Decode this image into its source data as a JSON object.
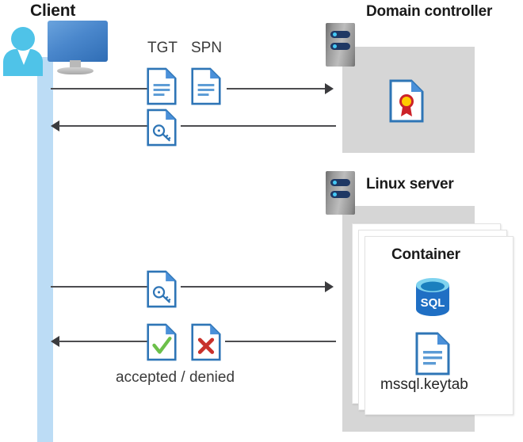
{
  "diagram": {
    "title_client": "Client",
    "title_domain_controller": "Domain controller",
    "title_linux_server": "Linux server",
    "title_container": "Container",
    "label_tgt": "TGT",
    "label_spn": "SPN",
    "label_keytab": "mssql.keytab",
    "label_accepted_denied": "accepted / denied"
  },
  "icons": {
    "client": "client-workstation-icon",
    "server": "server-rack-icon",
    "tgt_doc": "document-lines-icon",
    "spn_doc": "document-lines-icon",
    "ticket_key_doc": "document-key-icon",
    "certificate_doc": "document-certificate-icon",
    "accepted_doc": "document-check-icon",
    "denied_doc": "document-cross-icon",
    "sql_db": "sql-database-icon",
    "keytab_doc": "document-lines-icon"
  },
  "arrows": [
    {
      "name": "client-to-dc-request",
      "direction": "right",
      "from": "Client",
      "to": "Domain controller"
    },
    {
      "name": "dc-to-client-ticket",
      "direction": "left",
      "from": "Domain controller",
      "to": "Client"
    },
    {
      "name": "client-to-linux-request",
      "direction": "right",
      "from": "Client",
      "to": "Linux server"
    },
    {
      "name": "linux-to-client-response",
      "direction": "left",
      "from": "Linux server",
      "to": "Client"
    }
  ],
  "colors": {
    "accent_blue": "#2e75b6",
    "panel_gray": "#d6d6d6",
    "lifeline_blue": "#bcdcf5",
    "line_gray": "#4d4d50",
    "check_green": "#6cc04a",
    "cross_red": "#c8312b",
    "cert_yellow": "#ffcc00",
    "cert_red": "#cc2229",
    "sql_blue": "#1f6fc4",
    "client_cyan": "#4fc3e8",
    "monitor_blue": "#4a87cc",
    "text_dark": "#1a1a1a"
  }
}
